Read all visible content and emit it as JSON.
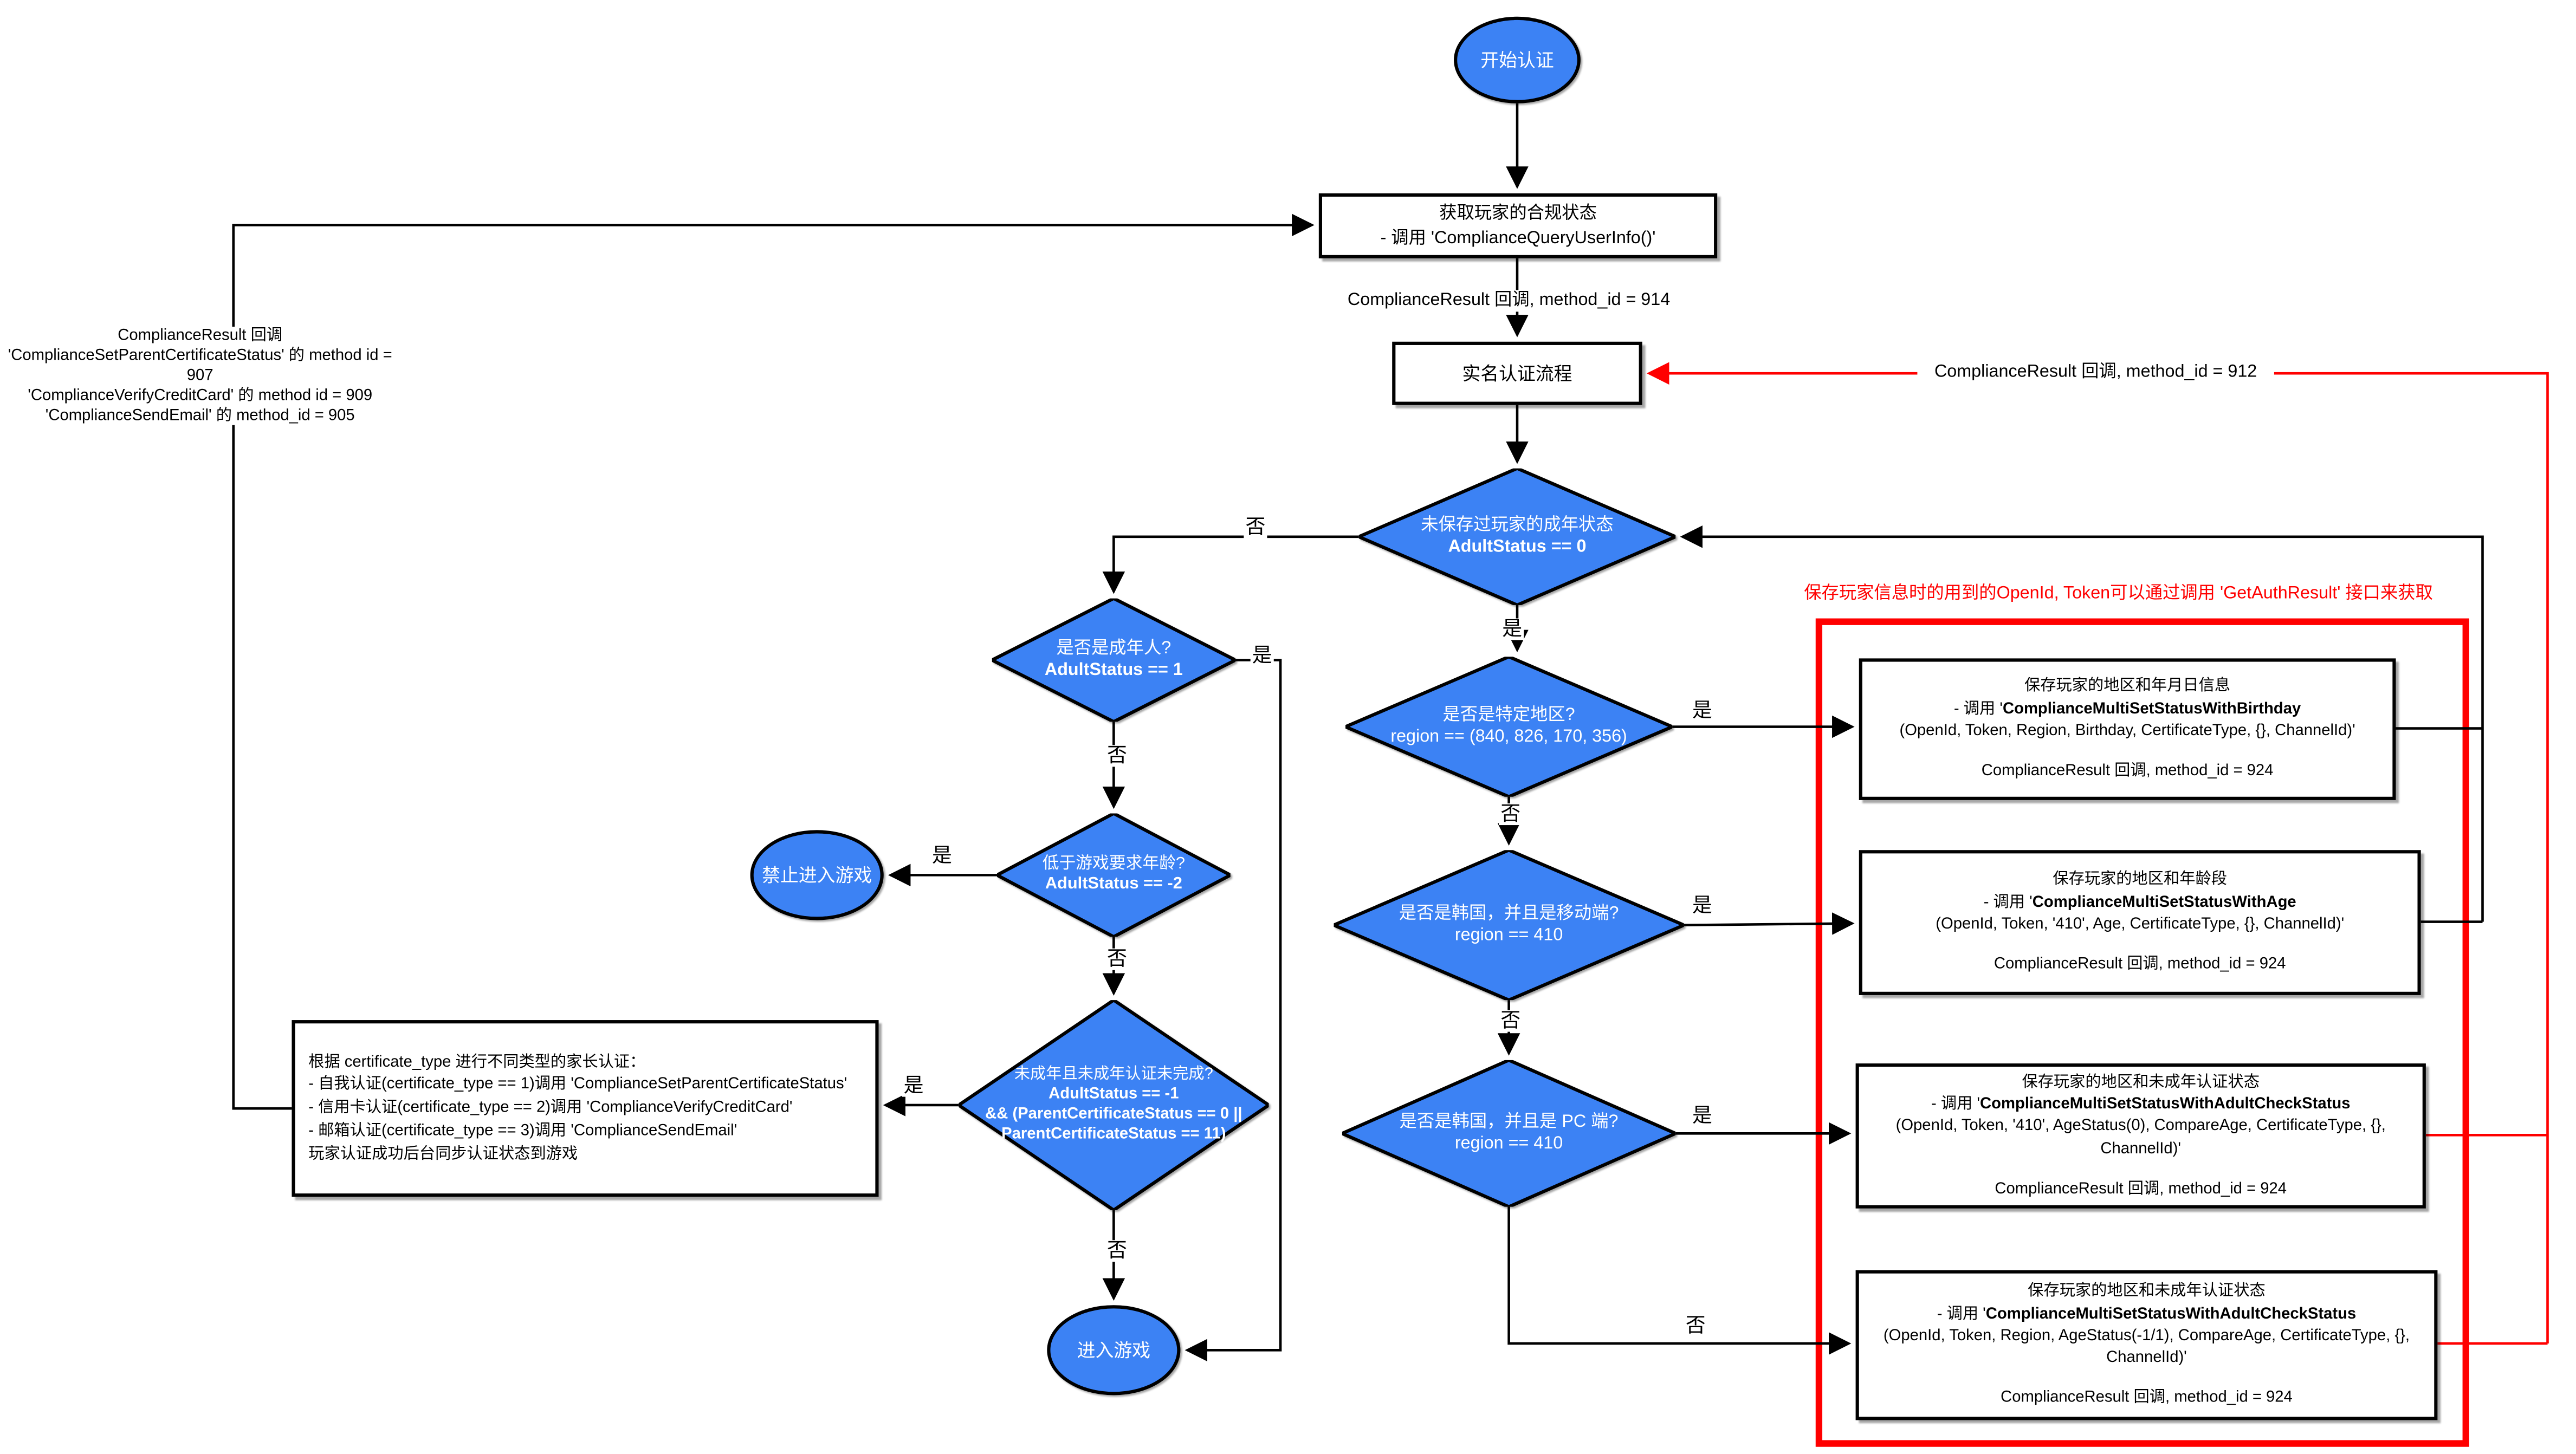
{
  "nodes": {
    "start": {
      "label": "开始认证"
    },
    "get_status": {
      "title": "获取玩家的合规状态",
      "subtitle": "- 调用 'ComplianceQueryUserInfo()'"
    },
    "realname": {
      "label": "实名认证流程"
    },
    "adult_saved": {
      "title": "未保存过玩家的成年状态",
      "cond": "AdultStatus == 0"
    },
    "is_adult": {
      "title": "是否是成年人?",
      "cond": "AdultStatus == 1"
    },
    "specific_region": {
      "title": "是否是特定地区?",
      "cond": "region == (840, 826, 170, 356)"
    },
    "under_age": {
      "title": "低于游戏要求年龄?",
      "cond": "AdultStatus == -2"
    },
    "forbid": {
      "label": "禁止进入游戏"
    },
    "kr_mobile": {
      "title": "是否是韩国，并且是移动端?",
      "cond": "region == 410"
    },
    "minor_incomplete": {
      "title": "未成年且未成年认证未完成?",
      "cond1": "AdultStatus == -1",
      "cond2": "&& (ParentCertificateStatus == 0 ||",
      "cond3": "ParentCertificateStatus == 11)"
    },
    "kr_pc": {
      "title": "是否是韩国，并且是 PC 端?",
      "cond": "region == 410"
    },
    "enter": {
      "label": "进入游戏"
    },
    "parent_cert": {
      "line1": "根据 certificate_type 进行不同类型的家长认证：",
      "line2": "- 自我认证(certificate_type == 1)调用 'ComplianceSetParentCertificateStatus'",
      "line3": "- 信用卡认证(certificate_type == 2)调用 'ComplianceVerifyCreditCard'",
      "line4": "- 邮箱认证(certificate_type == 3)调用 'ComplianceSendEmail'",
      "line5": "玩家认证成功后台同步认证状态到游戏"
    },
    "save_birthday": {
      "title": "保存玩家的地区和年月日信息",
      "call_prefix": "- 调用 '",
      "call_name": "ComplianceMultiSetStatusWithBirthday",
      "params": "(OpenId, Token, Region, Birthday, CertificateType, {}, ChannelId)'",
      "callback": "ComplianceResult 回调, method_id = 924"
    },
    "save_age": {
      "title": "保存玩家的地区和年龄段",
      "call_prefix": "- 调用 '",
      "call_name": "ComplianceMultiSetStatusWithAge",
      "params": "(OpenId, Token, '410', Age, CertificateType, {}, ChannelId)'",
      "callback": "ComplianceResult 回调, method_id = 924"
    },
    "save_adult_kr": {
      "title": "保存玩家的地区和未成年认证状态",
      "call_prefix": "- 调用 '",
      "call_name": "ComplianceMultiSetStatusWithAdultCheckStatus",
      "params": "(OpenId, Token, '410', AgeStatus(0), CompareAge, CertificateType, {}, ChannelId)'",
      "callback": "ComplianceResult 回调, method_id = 924"
    },
    "save_adult_other": {
      "title": "保存玩家的地区和未成年认证状态",
      "call_prefix": "- 调用 '",
      "call_name": "ComplianceMultiSetStatusWithAdultCheckStatus",
      "params": "(OpenId, Token, Region, AgeStatus(-1/1), CompareAge, CertificateType, {}, ChannelId)'",
      "callback": "ComplianceResult 回调, method_id = 924"
    }
  },
  "labels": {
    "callback_914": "ComplianceResult 回调, method_id = 914",
    "callback_912": "ComplianceResult 回调, method_id = 912",
    "left_callback_l1": "ComplianceResult 回调",
    "left_callback_l2": "'ComplianceSetParentCertificateStatus' 的 method id = 907",
    "left_callback_l3": "'ComplianceVerifyCreditCard' 的 method id = 909",
    "left_callback_l4": "'ComplianceSendEmail' 的 method_id = 905",
    "red_note": "保存玩家信息时的用到的OpenId, Token可以通过调用 'GetAuthResult' 接口来获取",
    "yes": "是",
    "no": "否"
  },
  "colors": {
    "node_fill": "#3C82F4",
    "node_text": "#ffffff",
    "line": "#000000",
    "accent": "#FF0000"
  }
}
